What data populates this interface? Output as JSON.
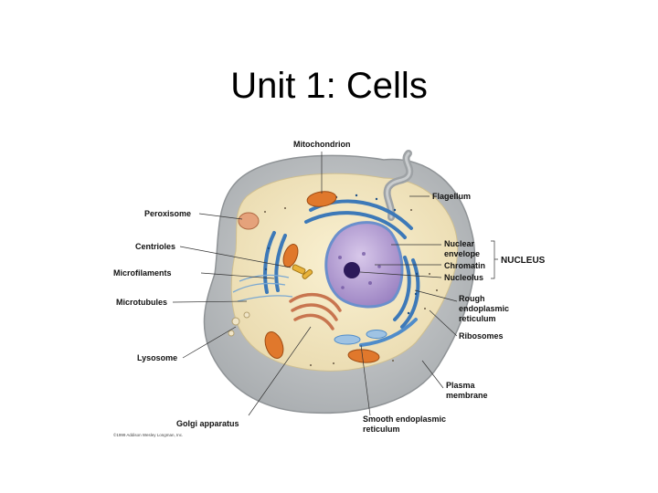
{
  "slide": {
    "title": "Unit 1: Cells"
  },
  "labels": {
    "mitochondrion": "Mitochondrion",
    "flagellum": "Flagellum",
    "peroxisome": "Peroxisome",
    "centrioles": "Centrioles",
    "microfilaments": "Microfilaments",
    "microtubules": "Microtubules",
    "lysosome": "Lysosome",
    "golgi": "Golgi apparatus",
    "nuclear_envelope_1": "Nuclear",
    "nuclear_envelope_2": "envelope",
    "chromatin": "Chromatin",
    "nucleolus": "Nucleolus",
    "nucleus_group": "NUCLEUS",
    "rough_er_1": "Rough",
    "rough_er_2": "endoplasmic",
    "rough_er_3": "reticulum",
    "ribosomes": "Ribosomes",
    "plasma_membrane_1": "Plasma",
    "plasma_membrane_2": "membrane",
    "smooth_er_1": "Smooth endoplasmic",
    "smooth_er_2": "reticulum"
  },
  "copyright": "©1999 Addison Wesley Longman, Inc.",
  "colors": {
    "cell_gray": "#b9bcbe",
    "cytoplasm": "#f3e9c6",
    "nucleus": "#b59fd0",
    "er_blue": "#3d79b8",
    "mito_orange": "#e0782c",
    "golgi_brown": "#c8754f"
  }
}
